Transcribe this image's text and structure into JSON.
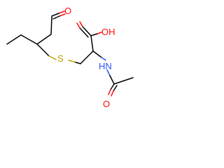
{
  "molecule": {
    "atoms": {
      "aldehyde_o": "O",
      "sulfur": "S",
      "acid_oh": "OH",
      "amide_nh": "HN",
      "amide_o": "O"
    }
  },
  "colors": {
    "bond": "#000000",
    "oxygen": "#ff0d0d",
    "sulfur": "#b8a000",
    "nitrogen": "#3050f8"
  }
}
